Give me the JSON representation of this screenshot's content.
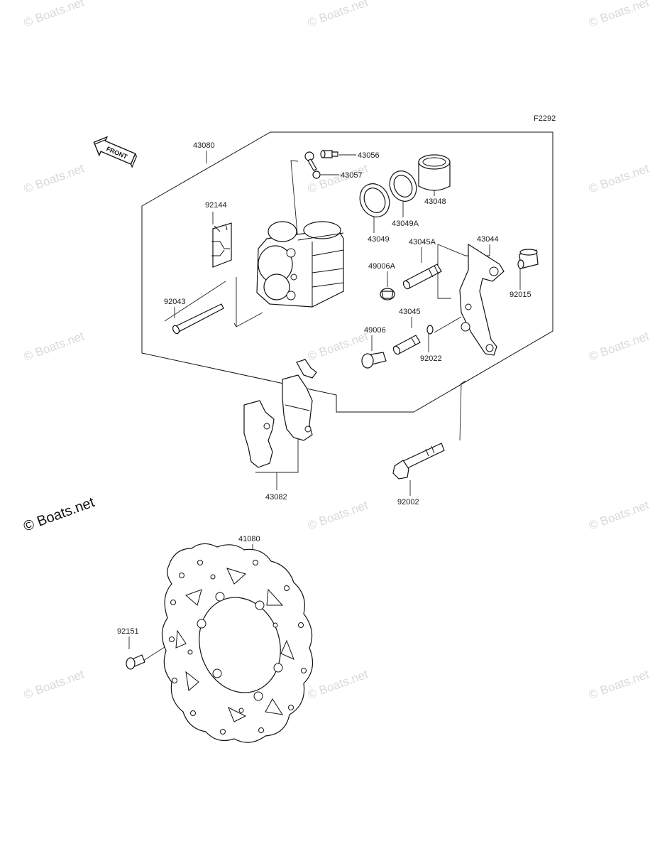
{
  "diagram": {
    "reference_code": "F2292",
    "front_arrow_label": "FRONT",
    "brand_watermark": "© Boats.net",
    "faint_watermark": "© Boats.net",
    "parts": [
      {
        "number": "43080"
      },
      {
        "number": "43056"
      },
      {
        "number": "43057"
      },
      {
        "number": "43048"
      },
      {
        "number": "43049A"
      },
      {
        "number": "43049"
      },
      {
        "number": "92144"
      },
      {
        "number": "43045A"
      },
      {
        "number": "43044"
      },
      {
        "number": "49006A"
      },
      {
        "number": "92015"
      },
      {
        "number": "92043"
      },
      {
        "number": "43045"
      },
      {
        "number": "49006"
      },
      {
        "number": "92022"
      },
      {
        "number": "43082"
      },
      {
        "number": "92002"
      },
      {
        "number": "41080"
      },
      {
        "number": "92151"
      }
    ]
  },
  "colors": {
    "line": "#111111",
    "watermark": "#d9d9d9",
    "background": "#ffffff"
  }
}
